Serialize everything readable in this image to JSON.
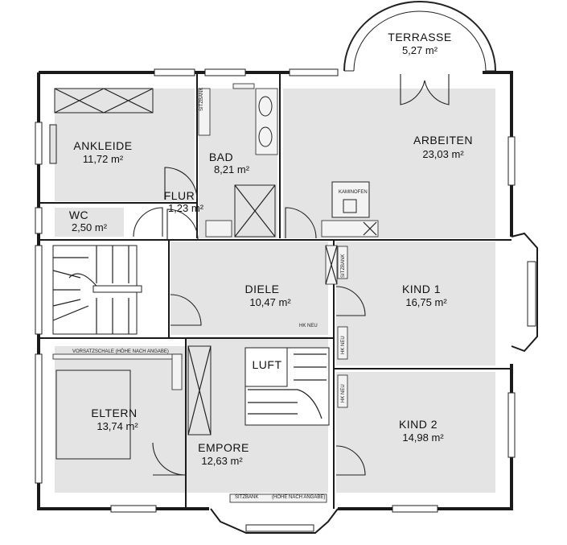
{
  "rooms": {
    "terrasse": {
      "name": "TERRASSE",
      "area": "5,27 m²"
    },
    "arbeiten": {
      "name": "ARBEITEN",
      "area": "23,03 m²"
    },
    "ankleide": {
      "name": "ANKLEIDE",
      "area": "11,72 m²"
    },
    "bad": {
      "name": "BAD",
      "area": "8,21 m²"
    },
    "flur": {
      "name": "FLUR",
      "area": "1,23 m²"
    },
    "wc": {
      "name": "WC",
      "area": "2,50 m²"
    },
    "diele": {
      "name": "DIELE",
      "area": "10,47 m²"
    },
    "kind1": {
      "name": "KIND  1",
      "area": "16,75 m²"
    },
    "kind2": {
      "name": "KIND  2",
      "area": "14,98 m²"
    },
    "eltern": {
      "name": "ELTERN",
      "area": "13,74 m²"
    },
    "empore": {
      "name": "EMPORE",
      "area": "12,63 m²"
    },
    "luft": {
      "name": "LUFT"
    }
  },
  "annotations": {
    "kaminofen": "KAMINOFEN",
    "sitzbank_bad": "SITZBANK",
    "sitzbank_kind1": "SITZBANK",
    "hk_neu_diele": "HK NEU",
    "hk_neu_1": "HK NEU",
    "hk_neu_2": "HK NEU",
    "vorsatzschale": "VORSATZSCHALE (HÖHE NACH ANGABE)",
    "sitzbank_bottom": "SITZBANK",
    "hoehe_bottom": "(HÖHE NACH ANGABE)"
  }
}
